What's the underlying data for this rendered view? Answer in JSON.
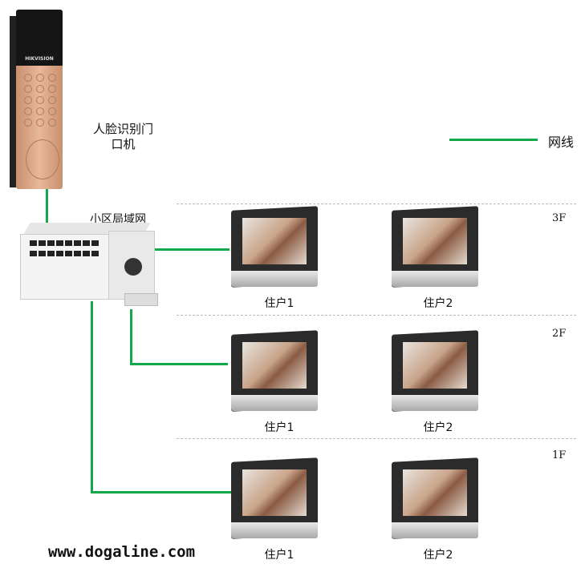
{
  "door_station": {
    "label_line1": "人脸识别门",
    "label_line2": "口机",
    "brand": "HIKVISION"
  },
  "switch": {
    "label": "小区局域网"
  },
  "legend": {
    "label": "网线",
    "color": "#12a84c"
  },
  "floors": [
    {
      "name": "3F",
      "residents": [
        "住户1",
        "住户2"
      ]
    },
    {
      "name": "2F",
      "residents": [
        "住户1",
        "住户2"
      ]
    },
    {
      "name": "1F",
      "residents": [
        "住户1",
        "住户2"
      ]
    }
  ],
  "watermark": "www.dogaline.com"
}
